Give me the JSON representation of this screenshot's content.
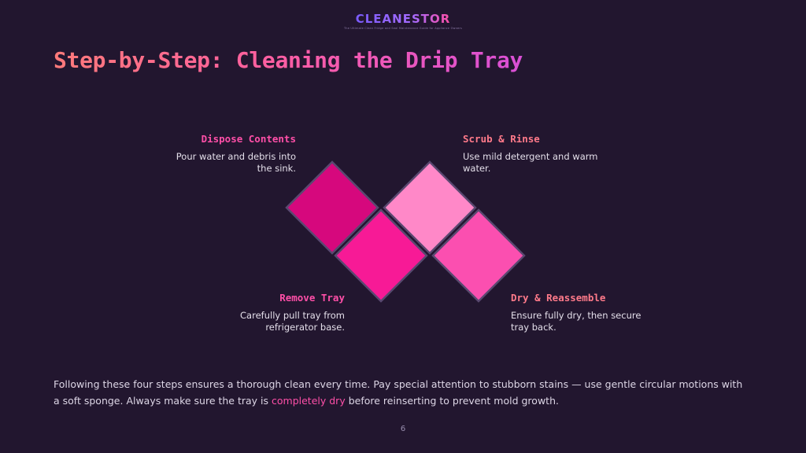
{
  "brand": {
    "logo_text": "CLEANESTOR",
    "tagline": "The Ultimate Clean Fridge and Seal Maintenance Guide for Appliance Owners"
  },
  "slide": {
    "title": "Step-by-Step: Cleaning the Drip Tray",
    "page_number": "6"
  },
  "steps": [
    {
      "title": "Dispose Contents",
      "description": "Pour water and debris into the sink.",
      "color": "#d6087d"
    },
    {
      "title": "Scrub & Rinse",
      "description": "Use mild detergent and warm water.",
      "color": "#ff88c8"
    },
    {
      "title": "Remove Tray",
      "description": "Carefully pull tray from refrigerator base.",
      "color": "#f71a96"
    },
    {
      "title": "Dry & Reassemble",
      "description": "Ensure fully dry, then secure tray back.",
      "color": "#fb4fb0"
    }
  ],
  "footer": {
    "text_before": "Following these four steps ensures a thorough clean every time. Pay special attention to stubborn stains — use gentle circular motions with a soft sponge. Always make sure the tray is ",
    "highlight": "completely dry",
    "text_after": " before reinserting to prevent mold growth."
  },
  "colors": {
    "background": "#22162f",
    "accent_pink": "#ff4fa8",
    "accent_coral": "#ff7a8a",
    "diamond_border": "#5a4870"
  }
}
